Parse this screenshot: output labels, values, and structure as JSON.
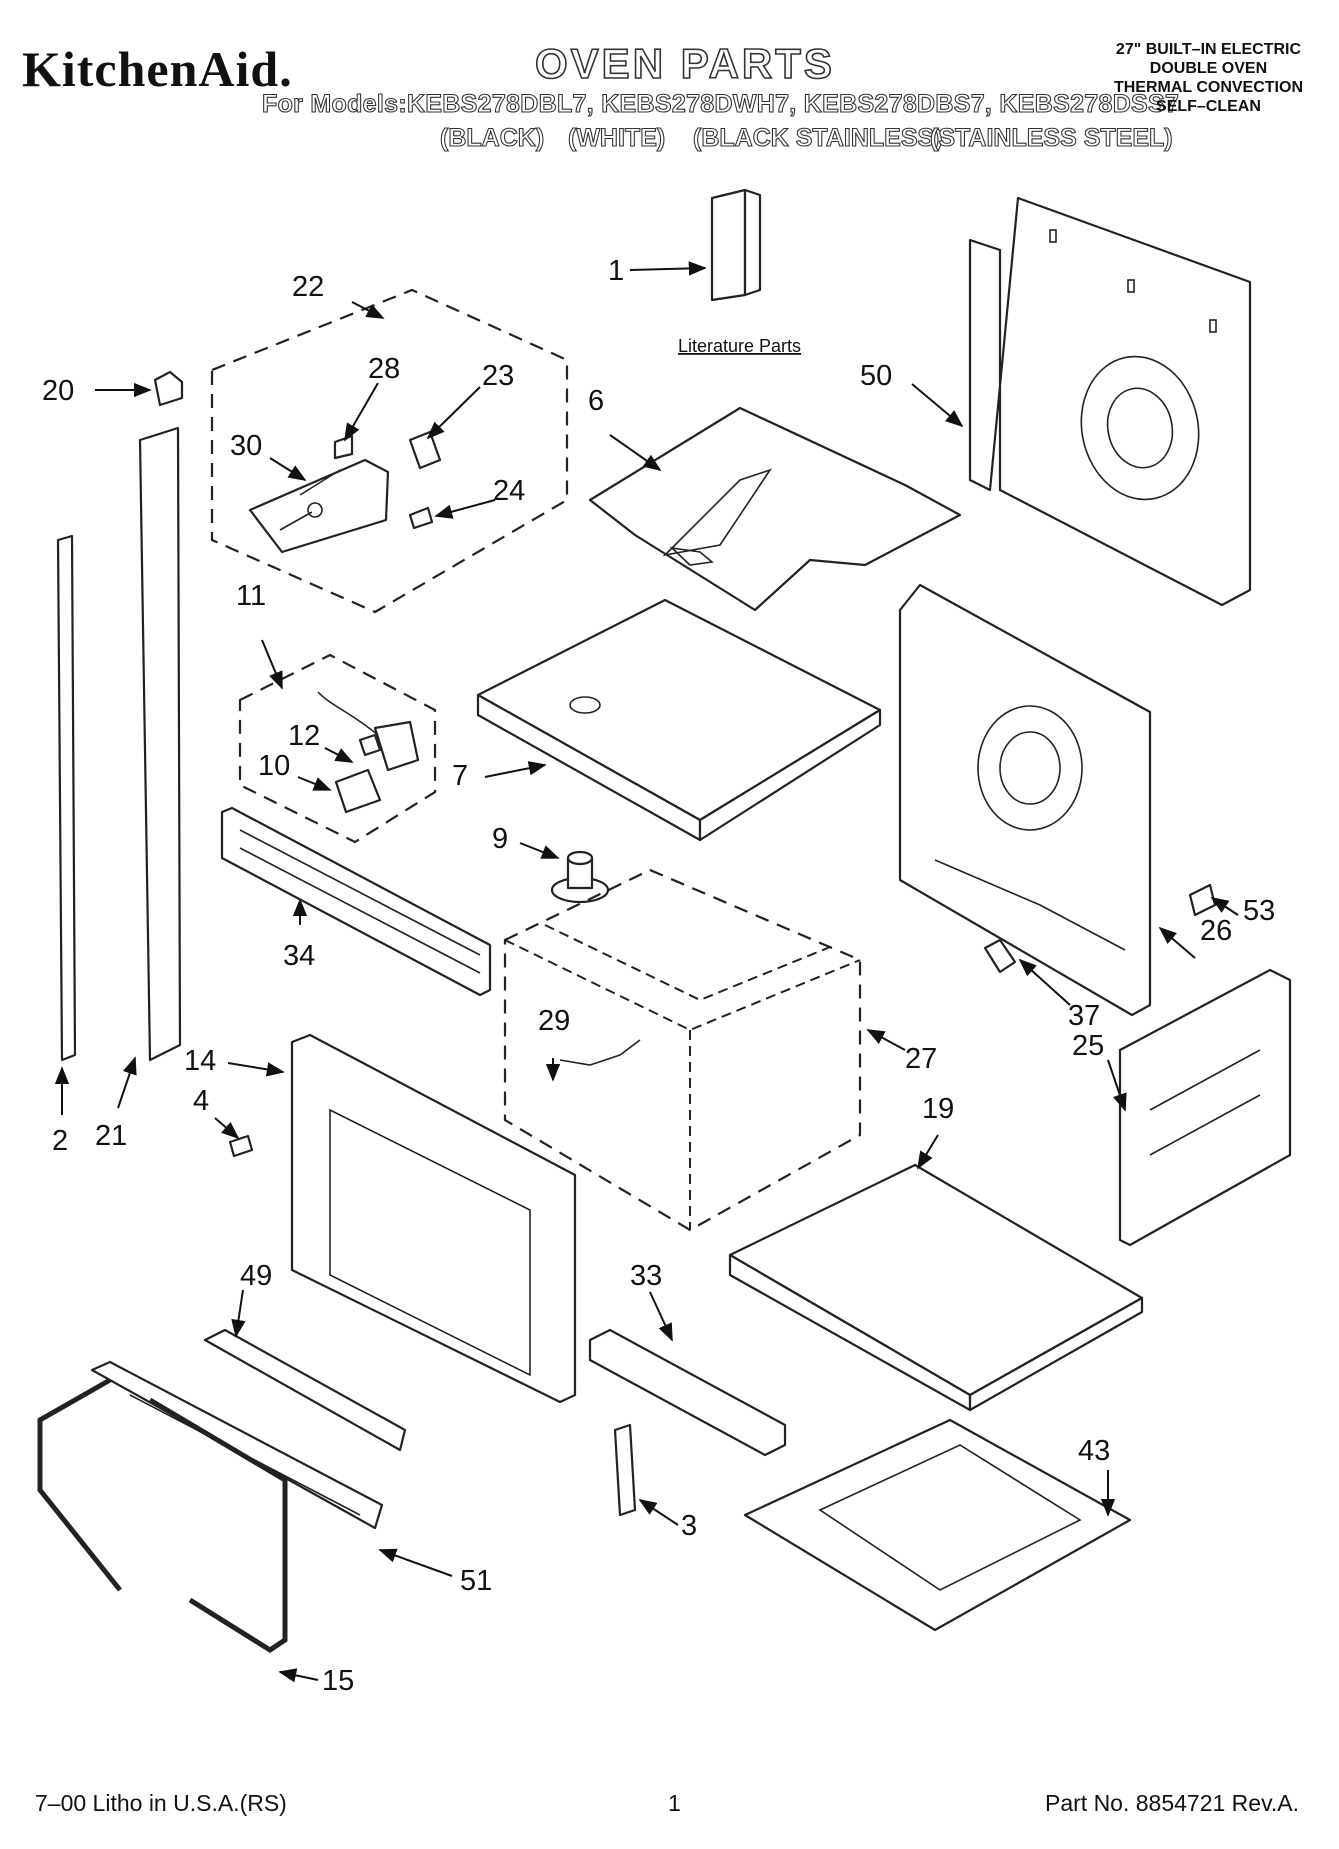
{
  "header": {
    "brand": "KitchenAid.",
    "title": "OVEN PARTS",
    "models_line": "For Models:KEBS278DBL7, KEBS278DWH7, KEBS278DBS7, KEBS278DSS7",
    "finishes": [
      "(BLACK)",
      "(WHITE)",
      "(BLACK STAINLESS)",
      "(STAINLESS STEEL)"
    ],
    "product": [
      "27\" BUILT–IN ELECTRIC",
      "DOUBLE OVEN",
      "THERMAL CONVECTION",
      "SELF–CLEAN"
    ]
  },
  "diagram": {
    "literature_label": "Literature Parts",
    "callouts": [
      "1",
      "2",
      "3",
      "4",
      "6",
      "7",
      "9",
      "10",
      "11",
      "12",
      "14",
      "15",
      "19",
      "20",
      "21",
      "22",
      "23",
      "24",
      "25",
      "26",
      "27",
      "28",
      "29",
      "30",
      "33",
      "34",
      "37",
      "43",
      "49",
      "50",
      "51",
      "53"
    ]
  },
  "footer": {
    "left": "7–00 Litho in U.S.A.(RS)",
    "center": "1",
    "right": "Part No. 8854721 Rev.A."
  }
}
